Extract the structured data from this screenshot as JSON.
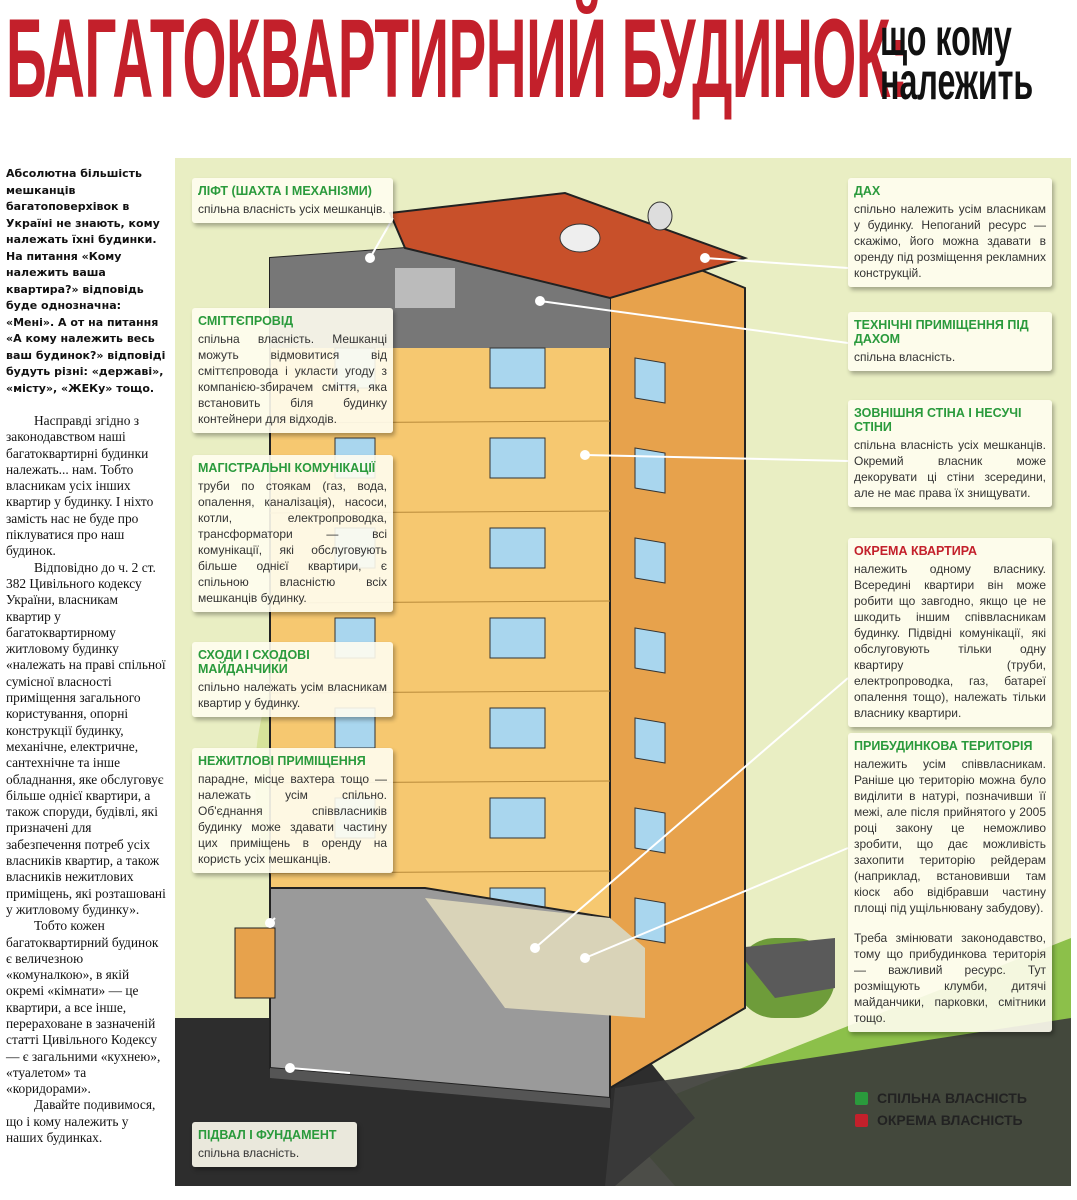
{
  "header": {
    "title": "БАГАТОКВАРТИРНИЙ БУДИНОК:",
    "subtitle_line1": "що кому",
    "subtitle_line2": "належить"
  },
  "intro": {
    "lead": "Абсолютна більшість мешканців багатоповерхівок в Україні не знають, кому належать їхні будинки. На питання «Кому належить ваша квартира?» відповідь буде однозначна: «Мені». А от на питання «А кому належить весь ваш будинок?» відповіді будуть різні: «державі», «місту», «ЖЕКу» тощо.",
    "paragraphs": [
      "Насправді згідно з законодавством наші багатоквартирні будинки належать... нам. Тобто власникам усіх інших квартир у будинку. І ніхто замість нас не буде про піклуватися про наш будинок.",
      "Відповідно до ч. 2 ст. 382 Цивільного кодексу України, власникам квартир у багатоквартирному житловому будинку «належать на праві спільної сумісної власності приміщення загального користування, опорні конструкції будинку, механічне, електричне, сантехнічне та інше обладнання, яке обслуговує більше однієї квартири, а також споруди, будівлі, які призначені для забезпечення потреб усіх власників квартир, а також власників нежитлових приміщень, які розташовані у житловому будинку».",
      "Тобто кожен багатоквартирний будинок є величезною «комуналкою», в якій окремі «кімнати» — це квартири, а все інше, перераховане в зазначеній статті Цивільного Кодексу — є загальними «кухнею», «туалетом» та «коридорами».",
      "Давайте подивимося, що і кому належить у наших будинках."
    ]
  },
  "callouts": {
    "lift": {
      "title": "ЛІФТ (ШАХТА І МЕХАНІЗМИ)",
      "text": "спільна власність усіх мешканців."
    },
    "chute": {
      "title": "СМІТТЄПРОВІД",
      "text": "спільна власність. Мешканці можуть відмовитися від сміттєпровода і укласти угоду з компанією-збирачем сміття, яка встановить біля будинку контейнери для відходів."
    },
    "mains": {
      "title": "МАГІСТРАЛЬНІ КОМУНІКАЦІЇ",
      "text": "труби по стоякам (газ, вода, опалення, каналізація), насоси, котли, електропроводка, трансформатори — всі комунікації, які обслуговують більше однієї квартири, є спільною власністю всіх мешканців будинку."
    },
    "stairs": {
      "title": "СХОДИ І СХОДОВІ МАЙДАНЧИКИ",
      "text": "спільно належать усім власникам квартир у будинку."
    },
    "nonres": {
      "title": "НЕЖИТЛОВІ ПРИМІЩЕННЯ",
      "text": "парадне, місце вахтера тощо — належать усім спільно. Об'єднання співвласників будинку може здавати частину цих приміщень в оренду на користь усіх мешканців."
    },
    "basement": {
      "title": "ПІДВАЛ І ФУНДАМЕНТ",
      "text": "спільна власність."
    },
    "roof": {
      "title": "ДАХ",
      "text": "спільно належить усім власникам у будинку. Непоганий ресурс — скажімо, його можна здавати в оренду під розміщення рекламних конструкцій."
    },
    "tech": {
      "title": "ТЕХНІЧНІ ПРИМІЩЕННЯ ПІД ДАХОМ",
      "text": "спільна власність."
    },
    "walls": {
      "title": "ЗОВНІШНЯ СТІНА І НЕСУЧІ СТІНИ",
      "text": "спільна власність усіх мешканців. Окремий власник може декорувати ці стіни зсередини, але не має права їх знищувати."
    },
    "flat": {
      "title": "ОКРЕМА КВАРТИРА",
      "text": "належить одному власнику. Всередині квартири він може робити що завгодно, якщо це не шкодить іншим співвласникам будинку. Підвідні комунікації, які обслуговують тільки одну квартиру (труби, електропроводка, газ, батареї опалення тощо), належать тільки власнику квартири."
    },
    "yard": {
      "title": "ПРИБУДИНКОВА ТЕРИТОРІЯ",
      "text": "належить усім співвласникам. Раніше цю територію можна було виділити в натурі, позначивши її межі, але після прийнятого у 2005 році закону це неможливо зробити, що дає можливість захопити територію рейдерам (наприклад, встановивши там кіоск або відібравши частину площі під ущільнювану забудову).",
      "text2": "Треба змінювати законодавство, тому що прибудинкова територія — важливий ресурс. Тут розміщують клумби, дитячі майданчики, парковки, смітники тощо."
    }
  },
  "legend": {
    "common": {
      "label": "СПІЛЬНА ВЛАСНІСТЬ",
      "color": "#2a9a3c"
    },
    "private": {
      "label": "ОКРЕМА ВЛАСНІСТЬ",
      "color": "#c3202b"
    }
  }
}
